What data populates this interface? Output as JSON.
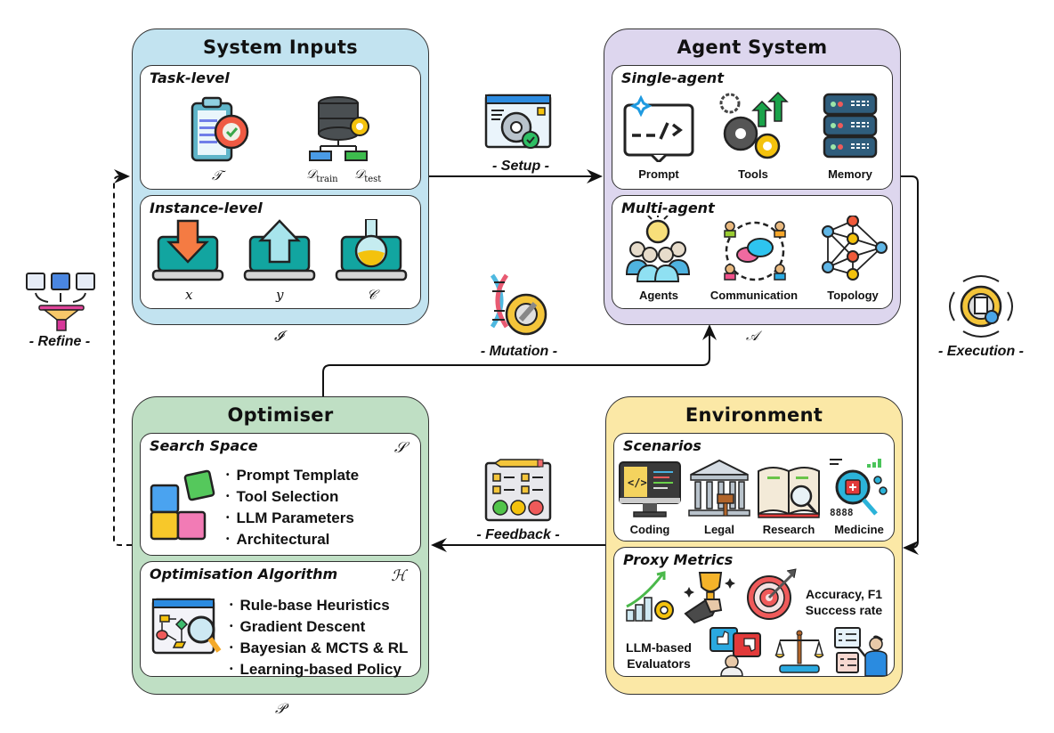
{
  "colors": {
    "system_inputs_bg": "#c2e3f0",
    "agent_system_bg": "#ddd6ee",
    "optimiser_bg": "#bfdfc4",
    "environment_bg": "#fbe8a6"
  },
  "system_inputs": {
    "title": "System Inputs",
    "symbol": "𝓘",
    "task_level": {
      "title": "Task-level",
      "items": [
        {
          "icon": "clipboard-gear-icon",
          "symbol": "𝒯"
        },
        {
          "icon": "database-icon",
          "symbol_train": "𝒟train",
          "symbol_test": "𝒟test"
        }
      ]
    },
    "instance_level": {
      "title": "Instance-level",
      "items": [
        {
          "icon": "laptop-download-icon",
          "symbol": "x"
        },
        {
          "icon": "laptop-upload-icon",
          "symbol": "y"
        },
        {
          "icon": "laptop-flask-icon",
          "symbol": "𝒞"
        }
      ]
    }
  },
  "agent_system": {
    "title": "Agent System",
    "symbol": "𝒜",
    "single_agent": {
      "title": "Single-agent",
      "items": [
        {
          "icon": "prompt-code-icon",
          "label": "Prompt"
        },
        {
          "icon": "tools-gears-icon",
          "label": "Tools"
        },
        {
          "icon": "memory-server-icon",
          "label": "Memory"
        }
      ]
    },
    "multi_agent": {
      "title": "Multi-agent",
      "items": [
        {
          "icon": "agents-group-icon",
          "label": "Agents"
        },
        {
          "icon": "communication-icon",
          "label": "Communication"
        },
        {
          "icon": "topology-network-icon",
          "label": "Topology"
        }
      ]
    }
  },
  "optimiser": {
    "title": "Optimiser",
    "symbol": "𝒫",
    "search_space": {
      "title": "Search Space",
      "symbol": "𝒮",
      "items": [
        "Prompt Template",
        "Tool Selection",
        "LLM Parameters",
        "Architectural"
      ]
    },
    "algorithm": {
      "title": "Optimisation Algorithm",
      "symbol": "ℋ",
      "items": [
        "Rule-base Heuristics",
        "Gradient Descent",
        "Bayesian & MCTS & RL",
        "Learning-based Policy"
      ]
    }
  },
  "environment": {
    "title": "Environment",
    "scenarios": {
      "title": "Scenarios",
      "items": [
        {
          "icon": "coding-monitor-icon",
          "label": "Coding"
        },
        {
          "icon": "legal-courthouse-icon",
          "label": "Legal"
        },
        {
          "icon": "research-book-icon",
          "label": "Research"
        },
        {
          "icon": "medicine-magnifier-icon",
          "label": "Medicine"
        }
      ]
    },
    "proxy_metrics": {
      "title": "Proxy Metrics",
      "metric_text_1": "Accuracy, F1",
      "metric_text_2": "Success rate",
      "evaluator_text_1": "LLM-based",
      "evaluator_text_2": "Evaluators"
    }
  },
  "edges": {
    "setup": "- Setup -",
    "mutation": "- Mutation -",
    "feedback": "- Feedback -",
    "execution": "- Execution -",
    "refine": "- Refine -"
  }
}
